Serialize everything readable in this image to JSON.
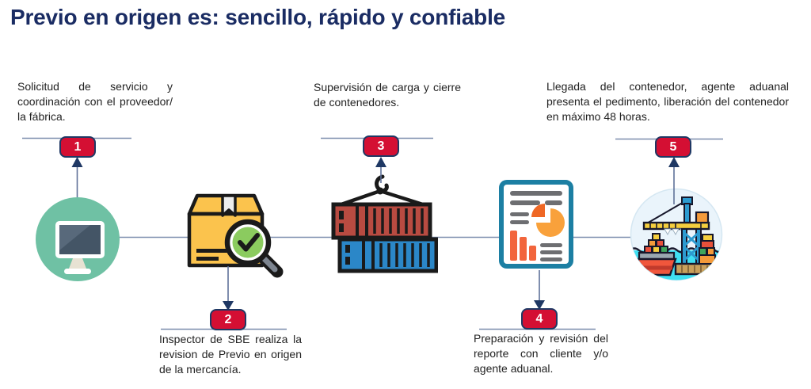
{
  "title": "Previo en origen es: sencillo, rápido y confiable",
  "colors": {
    "title_navy": "#1A2C63",
    "badge_red": "#D40F33",
    "badge_border_navy": "#1F3864",
    "connector_slate": "#7B8DAD",
    "step1_circle_teal": "#6FC1A4",
    "box_yellow": "#FBC34D",
    "magnifier_green": "#8BCB5F",
    "container_red": "#B94B41",
    "container_blue": "#2B87C8",
    "report_border_teal": "#1C7FA3",
    "chart_orange": "#F9A13B",
    "water_cyan": "#3FDFF2"
  },
  "steps": [
    {
      "number": "1",
      "label": "Solicitud de servicio y coordinación con el proveedor/ la fábrica.",
      "icon": "computer-icon",
      "text_position": "top"
    },
    {
      "number": "2",
      "label": "Inspector de SBE realiza la revision de Previo en origen de la mercancía.",
      "icon": "package-inspection-icon",
      "text_position": "bottom"
    },
    {
      "number": "3",
      "label": "Supervisión de carga y cierre de contenedores.",
      "icon": "containers-crane-icon",
      "text_position": "top"
    },
    {
      "number": "4",
      "label": "Preparación y revisión del reporte con cliente y/o agente aduanal.",
      "icon": "report-icon",
      "text_position": "bottom"
    },
    {
      "number": "5",
      "label": "Llegada del contenedor, agente aduanal presenta el pedimento, liberación del contenedor en máximo 48 horas.",
      "icon": "port-ship-crane-icon",
      "text_position": "top"
    }
  ]
}
